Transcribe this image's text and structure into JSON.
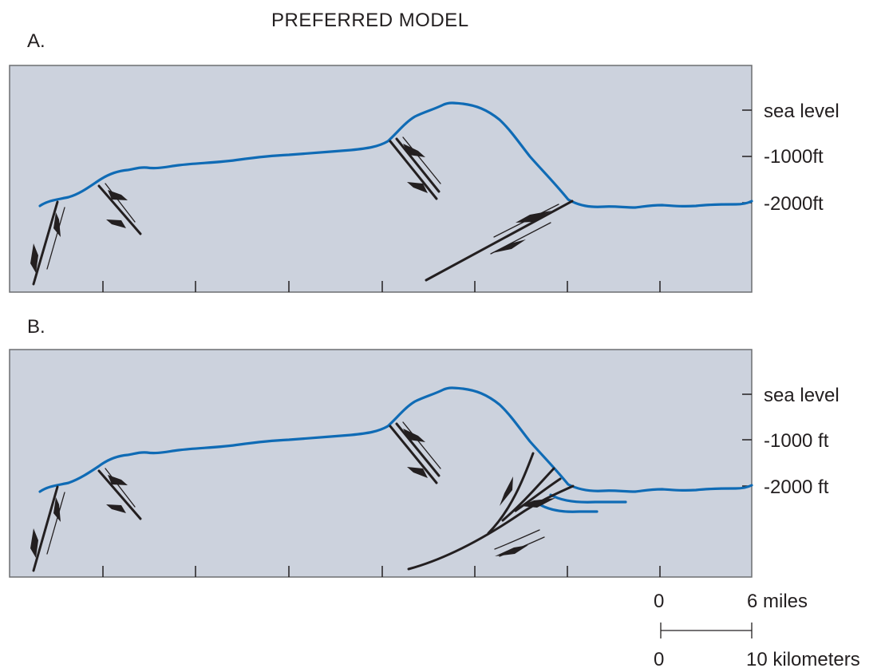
{
  "figure": {
    "title": "PREFERRED MODEL",
    "panels": [
      {
        "letter": "A.",
        "depth_labels": [
          "sea level",
          "-1000ft",
          "-2000ft"
        ]
      },
      {
        "letter": "B.",
        "depth_labels": [
          "sea level",
          "-1000 ft",
          "-2000 ft"
        ]
      }
    ],
    "scale_bar": {
      "miles_zero": "0",
      "miles_label": "6 miles",
      "km_zero": "0",
      "km_label": "10 kilometers"
    }
  },
  "colors": {
    "panel_fill": "#ccd2dd",
    "surface_line": "#0f6bb5",
    "fault_line": "#231f20"
  }
}
